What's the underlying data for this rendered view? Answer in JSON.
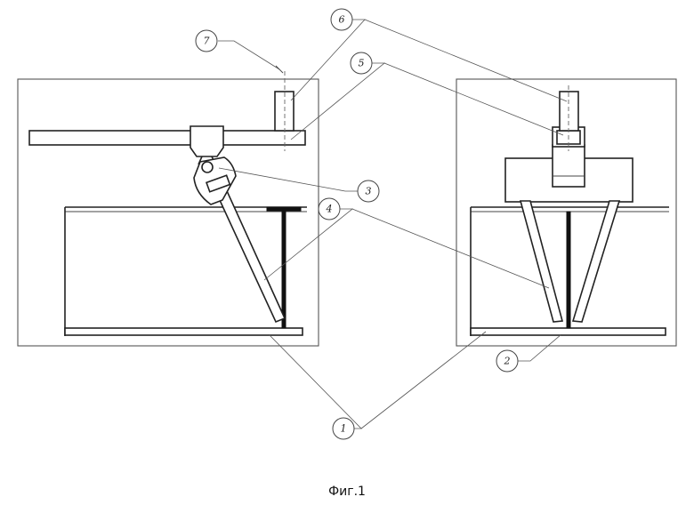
{
  "figure": {
    "caption": "Фиг.1",
    "callouts": [
      {
        "id": "c1",
        "label": "1"
      },
      {
        "id": "c2",
        "label": "2"
      },
      {
        "id": "c3",
        "label": "3"
      },
      {
        "id": "c4",
        "label": "4"
      },
      {
        "id": "c5",
        "label": "5"
      },
      {
        "id": "c6",
        "label": "6"
      },
      {
        "id": "c7",
        "label": "7"
      }
    ]
  }
}
